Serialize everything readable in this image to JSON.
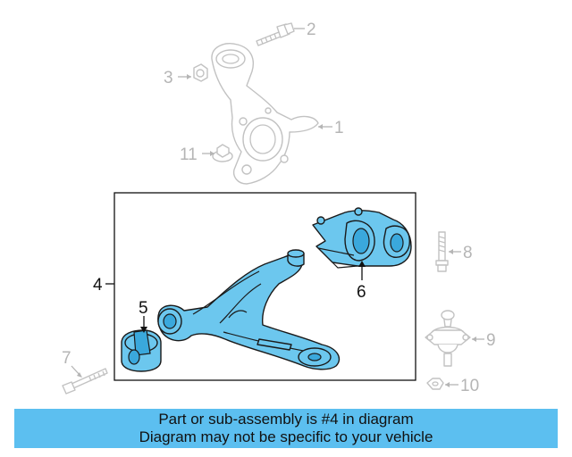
{
  "diagram": {
    "callouts": {
      "c1": "1",
      "c2": "2",
      "c3": "3",
      "c4": "4",
      "c5": "5",
      "c6": "6",
      "c7": "7",
      "c8": "8",
      "c9": "9",
      "c10": "10",
      "c11": "11"
    }
  },
  "banner": {
    "line1": "Part or sub-assembly is #4 in diagram",
    "line2": "Diagram may not be specific to your vehicle"
  },
  "colors": {
    "highlight_part": "#6cc7ee",
    "banner_bg": "#5cbff0",
    "faded_part": "#c2c2c2"
  }
}
